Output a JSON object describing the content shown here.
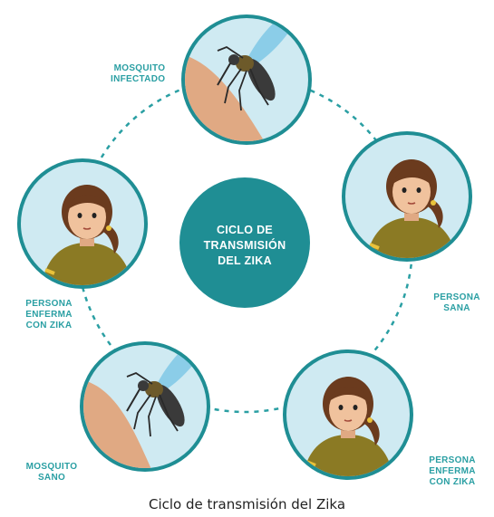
{
  "center": {
    "line1": "CICLO DE",
    "line2": "TRANSMISIÓN",
    "line3": "DEL ZIKA"
  },
  "nodes": {
    "mosquito_infected": {
      "line1": "MOSQUITO",
      "line2": "INFECTADO",
      "icon": "infected-mosquito-icon"
    },
    "healthy_person": {
      "line1": "PERSONA",
      "line2": "SANA",
      "icon": "healthy-woman-icon"
    },
    "sick_person_right": {
      "line1": "PERSONA",
      "line2": "ENFERMA",
      "line3": "CON ZIKA",
      "icon": "sick-woman-icon"
    },
    "mosquito_healthy": {
      "line1": "MOSQUITO",
      "line2": "SANO",
      "icon": "healthy-mosquito-icon"
    },
    "sick_person_left": {
      "line1": "PERSONA",
      "line2": "ENFERMA",
      "line3": "CON ZIKA",
      "icon": "sick-woman-icon"
    }
  },
  "caption": "Ciclo de transmisión del Zika",
  "colors": {
    "teal": "#1f8e94",
    "ring": "#2a9fa3",
    "circle_bg": "#cfeaf2",
    "skin": "#e0a983",
    "shirt": "#8b7a24",
    "hair": "#6b3b1e"
  }
}
